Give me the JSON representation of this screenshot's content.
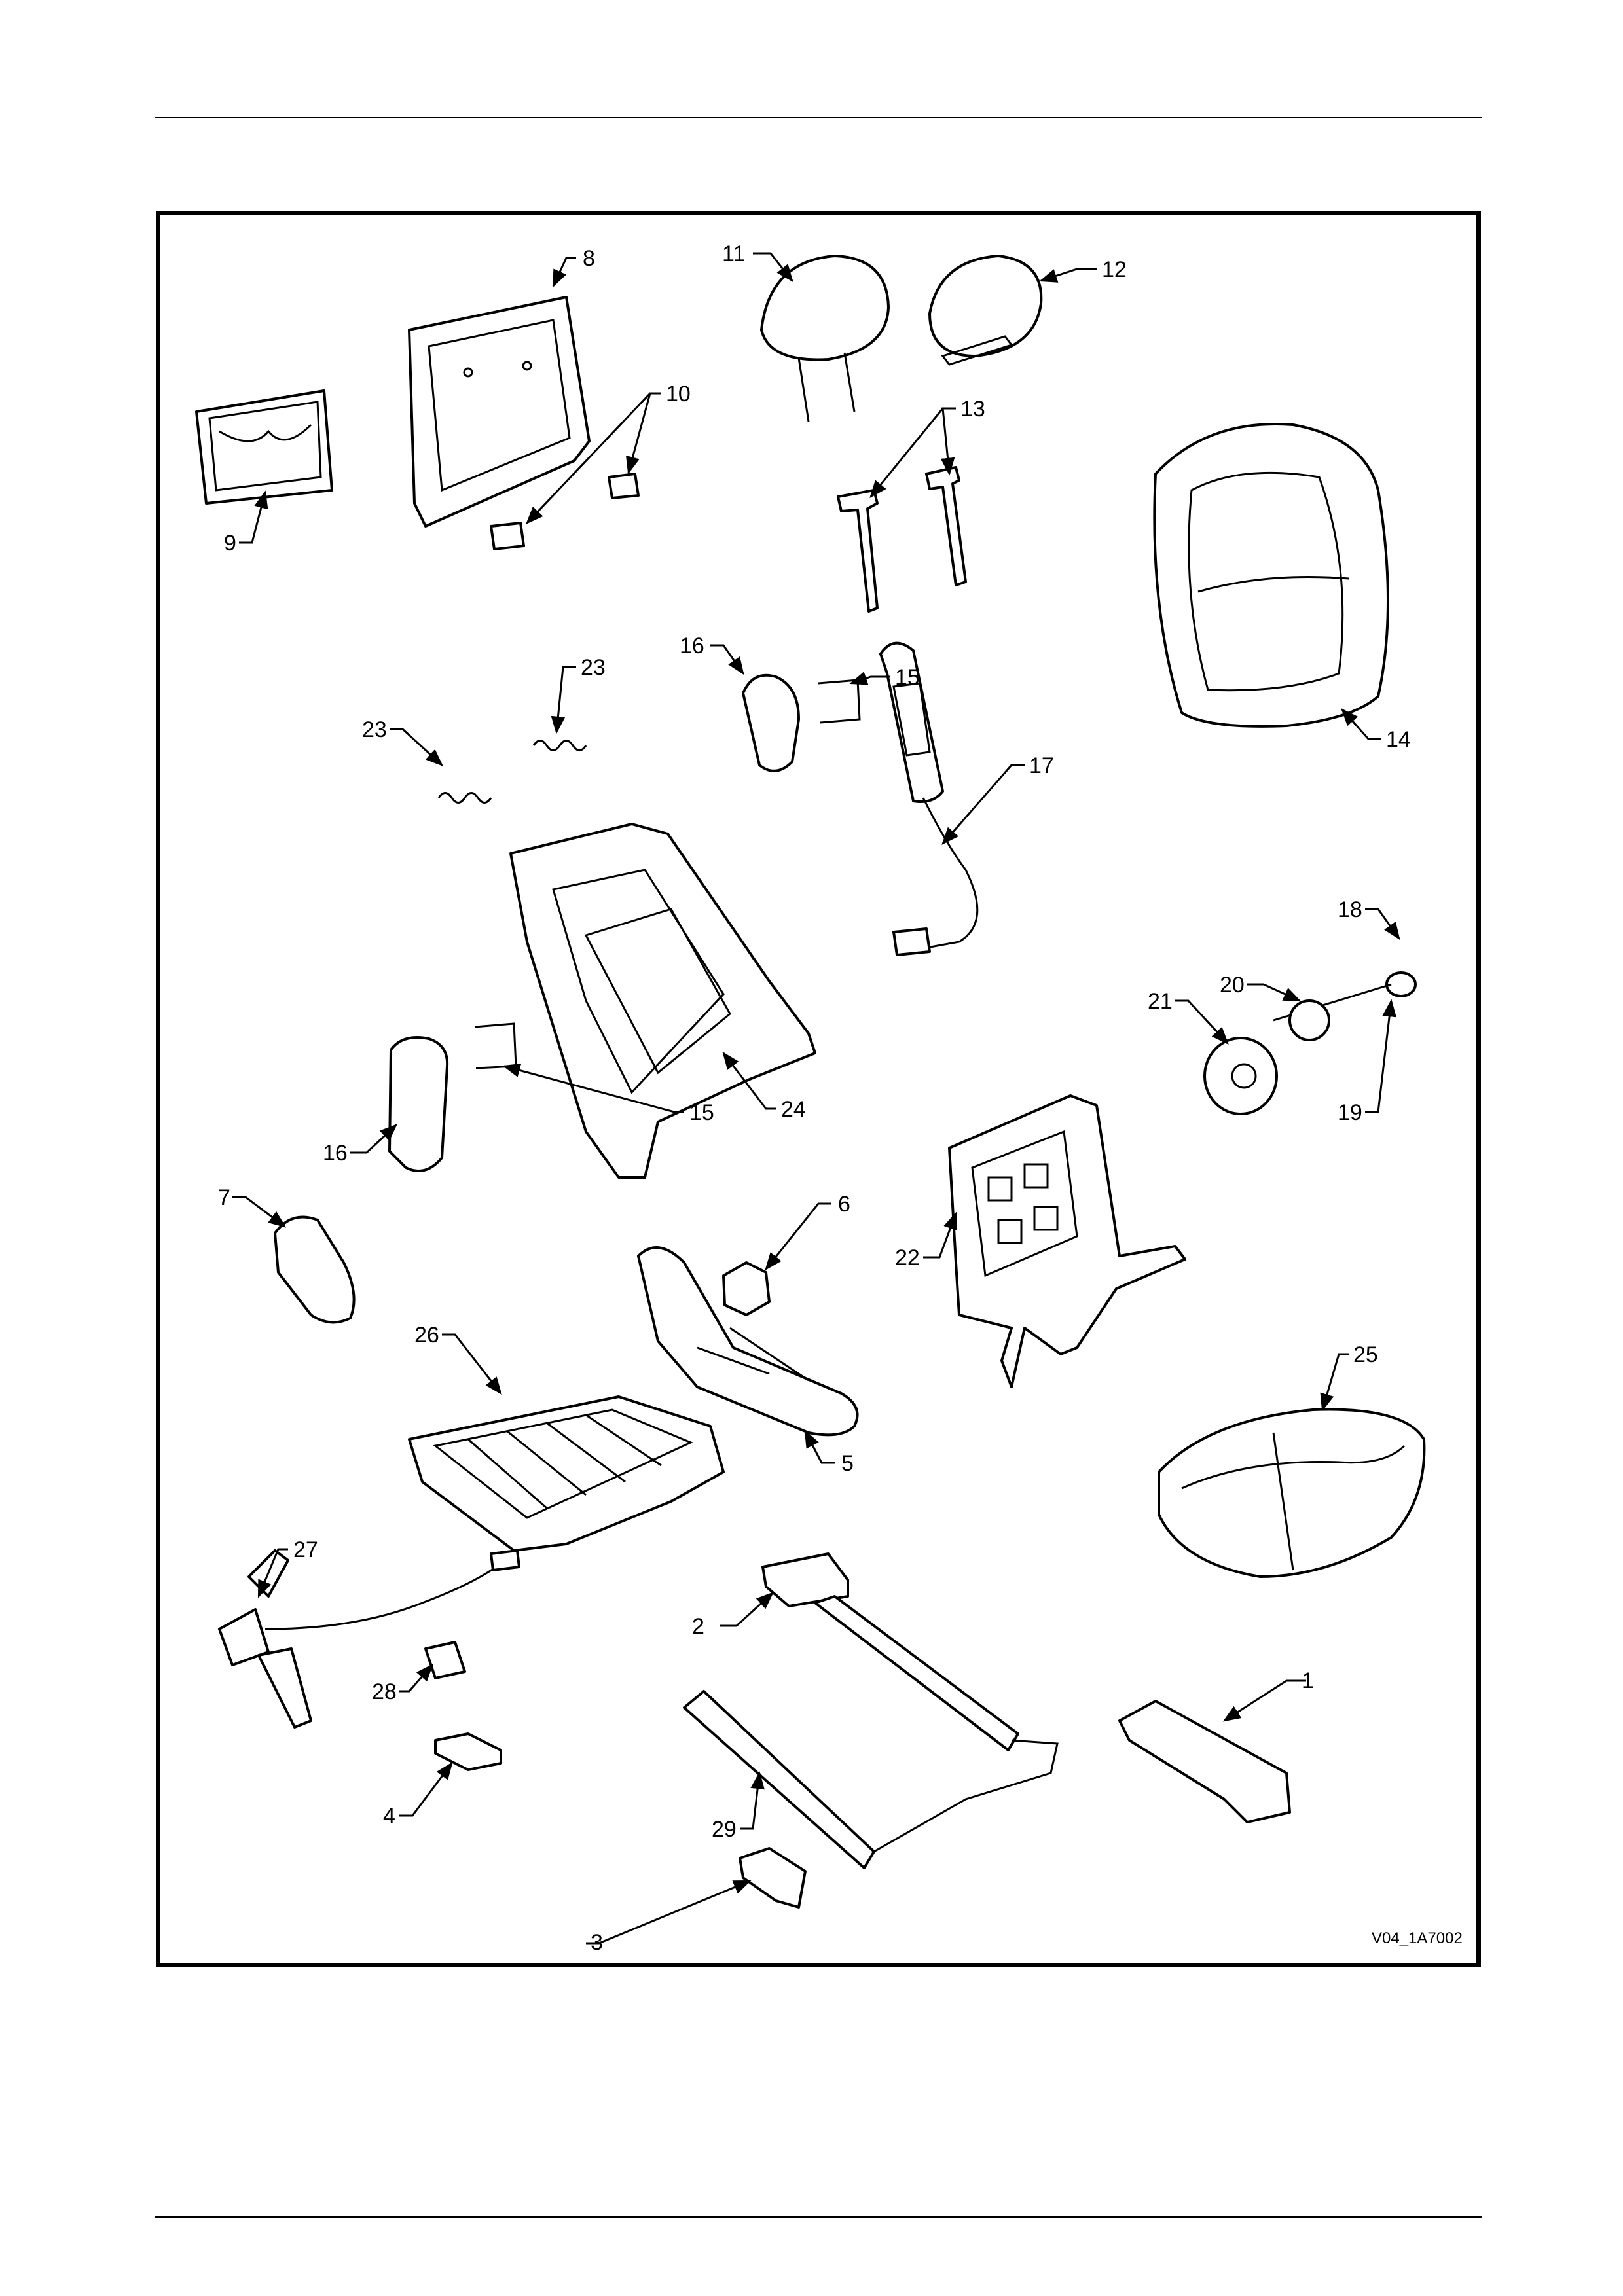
{
  "figure": {
    "reference_code": "V04_1A7002",
    "callouts": [
      "1",
      "2",
      "3",
      "4",
      "5",
      "6",
      "7",
      "8",
      "9",
      "10",
      "11",
      "12",
      "13",
      "14",
      "15",
      "16",
      "17",
      "18",
      "19",
      "20",
      "21",
      "22",
      "23",
      "24",
      "25",
      "26",
      "27",
      "28",
      "29"
    ]
  },
  "colors": {
    "line": "#000000",
    "background": "#ffffff"
  }
}
